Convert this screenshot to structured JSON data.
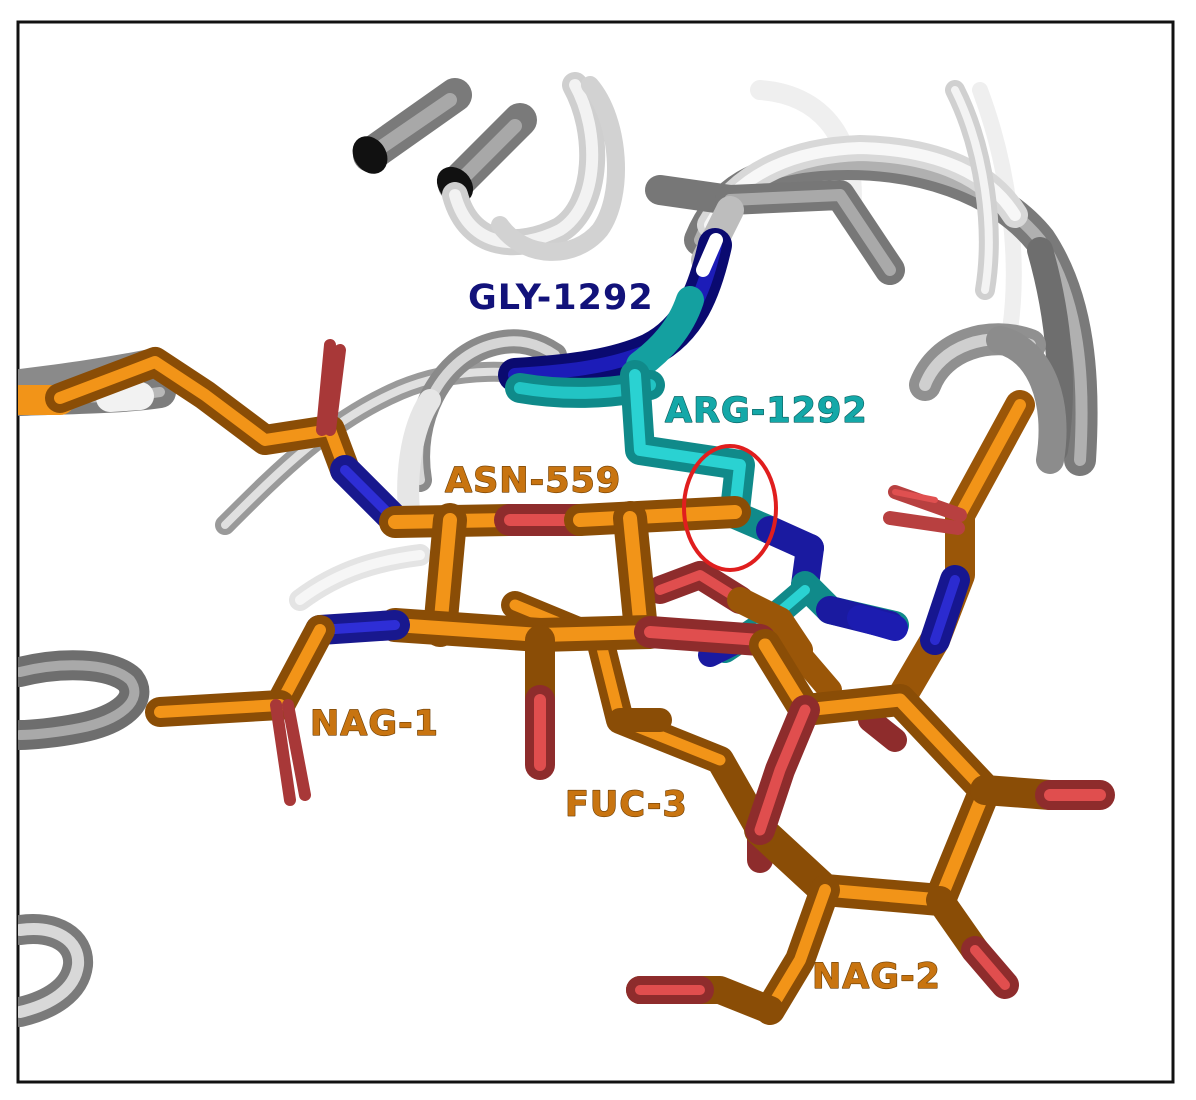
{
  "labels": {
    "gly": "GLY-1292",
    "arg": "ARG-1292",
    "asn": "ASN-559",
    "nag1": "NAG-1",
    "fuc": "FUC-3",
    "nag2": "NAG-2"
  },
  "colors": {
    "carbon": "#e8830f",
    "carbon_dark": "#9a5608",
    "oxygen": "#d8474a",
    "nitrogen": "#2424c8",
    "gly": "#1414a0",
    "arg": "#1fc8c8",
    "arg_dark": "#128888",
    "backbone_grey": "#8a8a8a",
    "backbone_light": "#dedede",
    "highlight": "#e01e1e"
  }
}
